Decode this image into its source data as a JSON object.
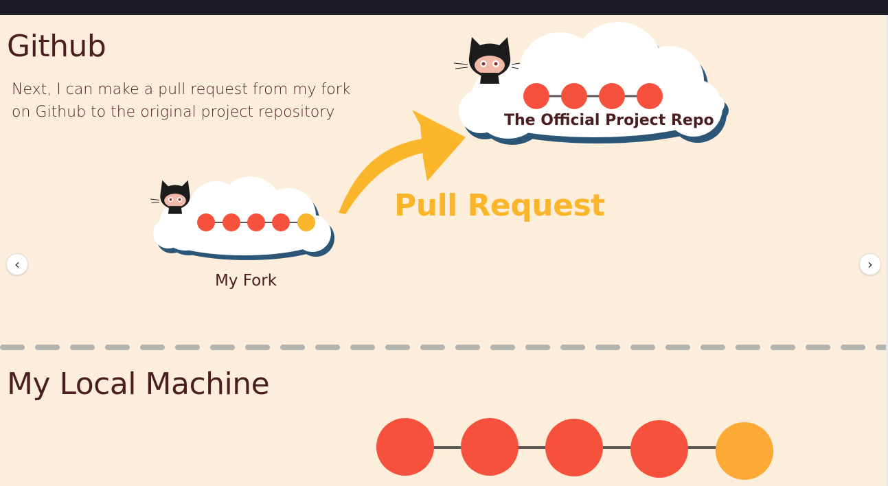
{
  "slide": {
    "github_title": "Github",
    "github_description": "Next, I can make a pull request from my fork on Github to the original project repository",
    "fork_label": "My Fork",
    "repo_label": "The Official Project Repo",
    "pull_request_label": "Pull Request",
    "local_title": "My Local Machine"
  },
  "nav": {
    "prev_label": "‹",
    "next_label": "›"
  },
  "colors": {
    "background": "#fdeedb",
    "heading": "#4a1e1e",
    "commit_red": "#f5513d",
    "commit_orange": "#fca936",
    "commit_yellow": "#fbb52a",
    "arrow": "#fbb52a",
    "cloud": "#ffffff",
    "cloud_shadow": "#2b5677",
    "divider": "#b1b4b0"
  },
  "icons": [
    "octocat-icon",
    "cloud-icon",
    "curved-arrow-icon",
    "chevron-left-icon",
    "chevron-right-icon"
  ],
  "commits": {
    "fork": [
      "existing",
      "existing",
      "existing",
      "existing",
      "new"
    ],
    "repo": [
      "existing",
      "existing",
      "existing",
      "existing"
    ],
    "local": [
      "existing",
      "existing",
      "existing",
      "existing",
      "new"
    ]
  }
}
